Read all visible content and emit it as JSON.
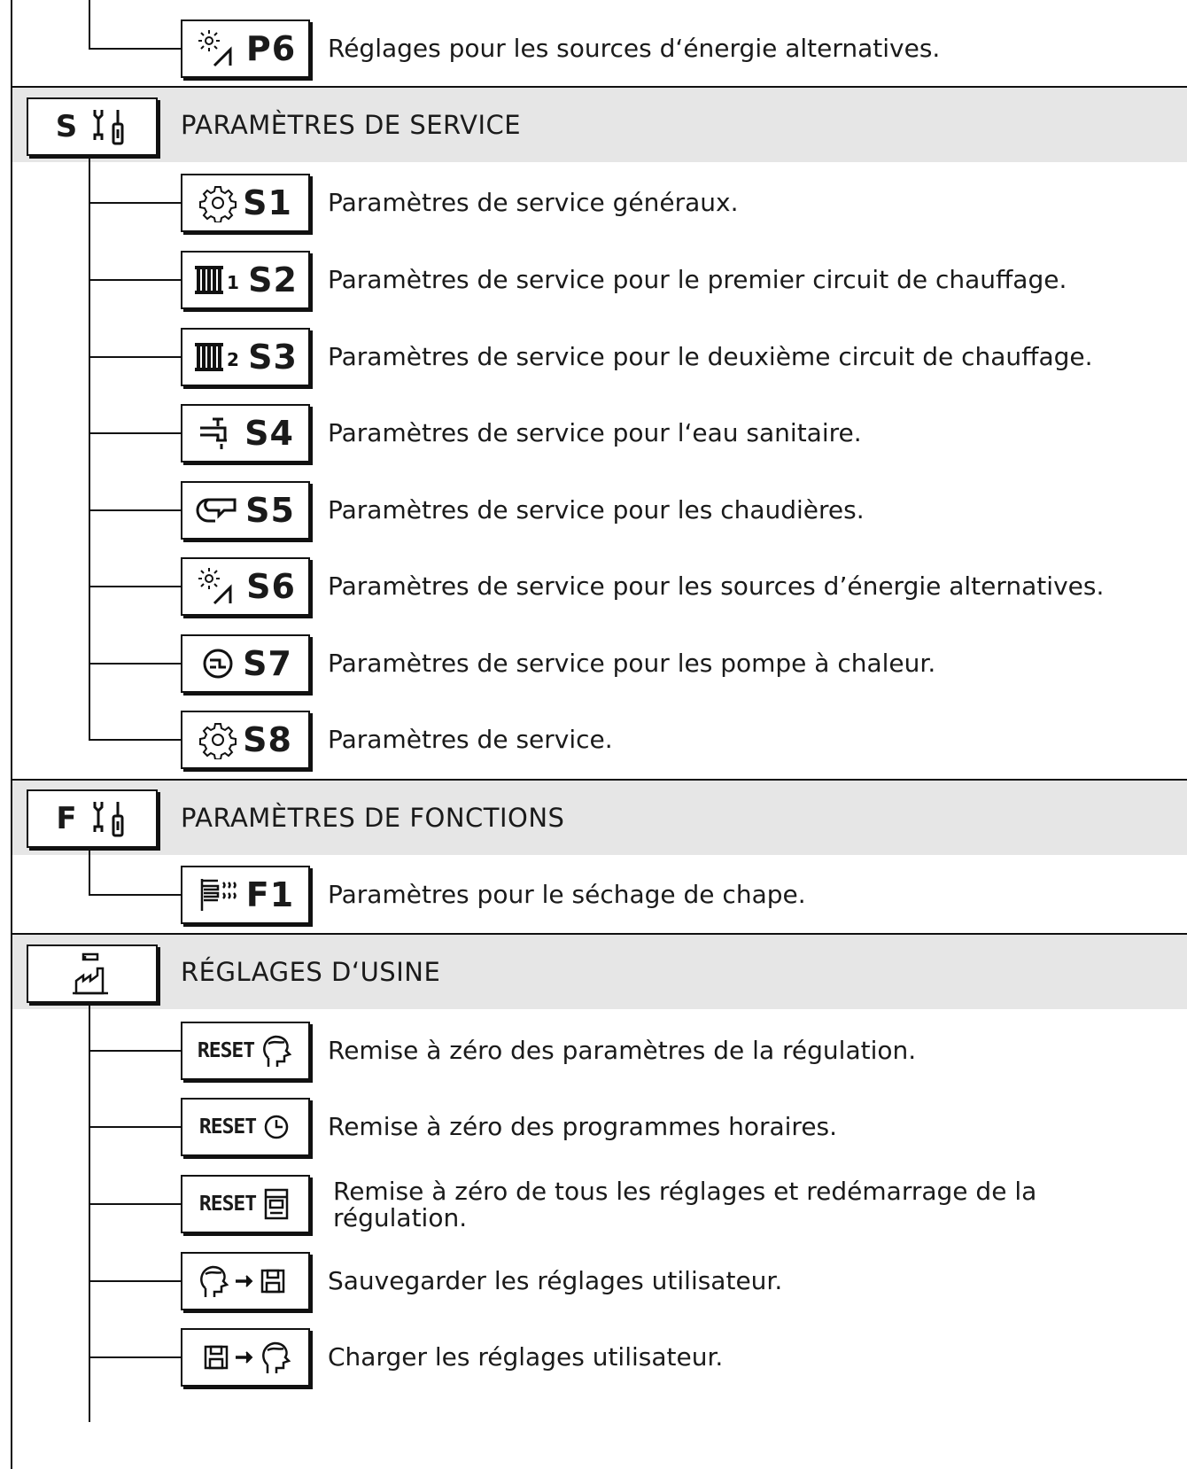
{
  "top_item": {
    "code": "P6",
    "icon": "solar-icon",
    "description": "Réglages pour les sources d‘énergie alternatives."
  },
  "sections": {
    "service": {
      "letter": "S",
      "icon": "tools-icon",
      "title": "PARAMÈTRES DE SERVICE",
      "items": [
        {
          "code": "S1",
          "icon": "gear-icon",
          "description": "Paramètres de service généraux."
        },
        {
          "code": "S2",
          "icon": "radiator-1-icon",
          "description": "Paramètres de service pour le premier circuit de chauffage."
        },
        {
          "code": "S3",
          "icon": "radiator-2-icon",
          "description": "Paramètres de service pour le deuxième circuit de chauffage."
        },
        {
          "code": "S4",
          "icon": "faucet-icon",
          "description": "Paramètres de service pour l‘eau sanitaire."
        },
        {
          "code": "S5",
          "icon": "boiler-icon",
          "description": "Paramètres de service pour les chaudières."
        },
        {
          "code": "S6",
          "icon": "solar-icon",
          "description": "Paramètres de service pour les sources d’énergie alternatives."
        },
        {
          "code": "S7",
          "icon": "heat-pump-icon",
          "description": "Paramètres de service pour les pompe à chaleur."
        },
        {
          "code": "S8",
          "icon": "gear-icon",
          "description": "Paramètres de service."
        }
      ]
    },
    "functions": {
      "letter": "F",
      "icon": "tools-icon",
      "title": "PARAMÈTRES DE FONCTIONS",
      "items": [
        {
          "code": "F1",
          "icon": "screed-drying-icon",
          "description": "Paramètres pour le séchage de chape."
        }
      ]
    },
    "factory": {
      "icon": "factory-icon",
      "title": "RÉGLAGES D‘USINE",
      "items": [
        {
          "code": "RESET",
          "icon": "user-head-icon",
          "description": "Remise à zéro des paramètres de la régulation."
        },
        {
          "code": "RESET",
          "icon": "clock-icon",
          "description": "Remise à zéro des programmes horaires."
        },
        {
          "code": "RESET",
          "icon": "controller-icon",
          "description": "Remise à zéro de tous les réglages et redémarrage de la régulation."
        },
        {
          "code": "",
          "icon": "user-to-save-icon",
          "description": "Sauvegarder les réglages utilisateur."
        },
        {
          "code": "",
          "icon": "save-to-user-icon",
          "description": "Charger les réglages utilisateur."
        }
      ]
    }
  }
}
